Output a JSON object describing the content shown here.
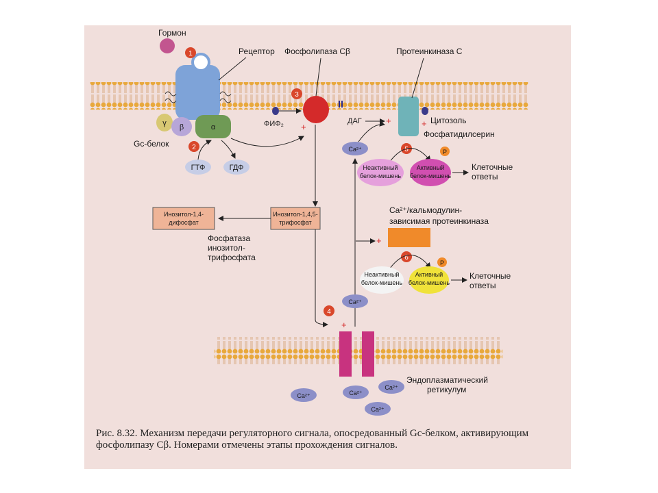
{
  "labels": {
    "hormone": "Гормон",
    "receptor": "Рецептор",
    "phospholipase": "Фосфолипаза Cβ",
    "pkc": "Протеинкиназа С",
    "g_protein": "Gc-белок",
    "gamma": "γ",
    "beta": "β",
    "alpha": "α",
    "gtp": "ГТФ",
    "gdp": "ГДФ",
    "pip2": "ФИФ₂",
    "dag": "ДАГ",
    "cytosol": "Цитозоль",
    "phosphatidylserine": "Фосфатидилсерин",
    "inactive_target_1": "Неактивный белок-мишень",
    "active_target_1": "Активный белок-мишень",
    "cell_responses_1": "Клеточные ответы",
    "ip3": "Инозитол-1,4,5-трифосфат",
    "ip2": "Инозитол-1,4-дифосфат",
    "phosphatase_line1": "Фосфатаза",
    "phosphatase_line2": "инозитол-",
    "phosphatase_line3": "трифосфата",
    "camk_line1": "Ca²⁺/кальмодулин-",
    "camk_line2": "зависимая протеинкиназа",
    "inactive_target_2": "Неактивный белок-мишень",
    "active_target_2": "Активный белок-мишень",
    "cell_responses_2": "Клеточные ответы",
    "er_line1": "Эндоплазматический",
    "er_line2": "ретикулум",
    "ca": "Ca²⁺",
    "p": "P",
    "plus": "+"
  },
  "steps": [
    "1",
    "2",
    "3",
    "4",
    "5",
    "6"
  ],
  "caption": {
    "prefix": "Рис. 8.32.",
    "text": "Механизм передачи регуляторного сигнала, опосредованный Gc-белком, активирующим фосфолипазу Cβ. Номерами отмечены этапы прохождения сигналов."
  },
  "colors": {
    "background": "#f1dfdc",
    "membrane_head": "#e8a83c",
    "receptor": "#7ea3d8",
    "phospholipase": "#d42a2a",
    "pkc": "#6fb3b8",
    "step_marker": "#d9472b",
    "ca_ion": "#8c8fc8",
    "channel": "#c8337f",
    "active_target_1": "#d14fb0",
    "active_target_2": "#f0e23a",
    "camk": "#f08a2a",
    "inositol_box": "#efb497"
  }
}
